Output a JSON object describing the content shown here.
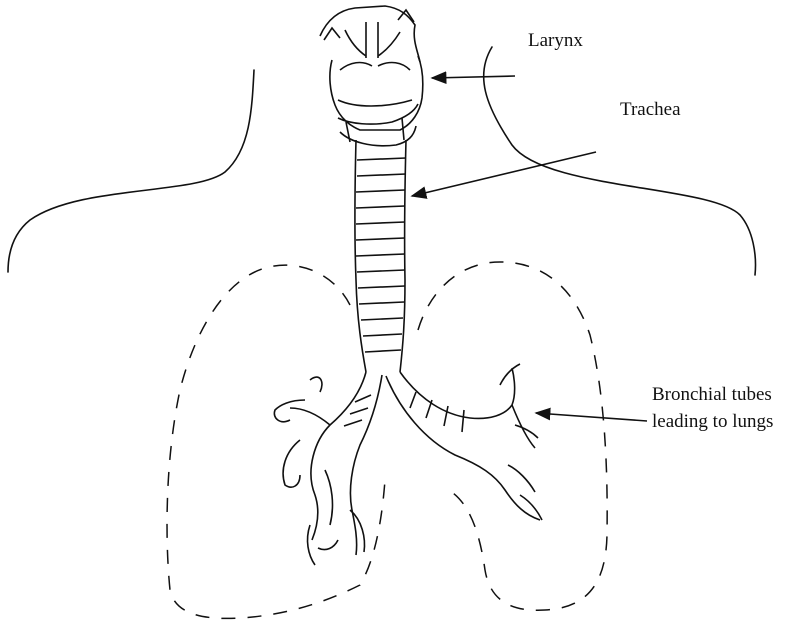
{
  "labels": {
    "larynx": "Larynx",
    "trachea": "Trachea",
    "bronchial_line1": "Bronchial tubes",
    "bronchial_line2": "leading to lungs"
  },
  "colors": {
    "ink": "#111111",
    "background": "#ffffff"
  }
}
